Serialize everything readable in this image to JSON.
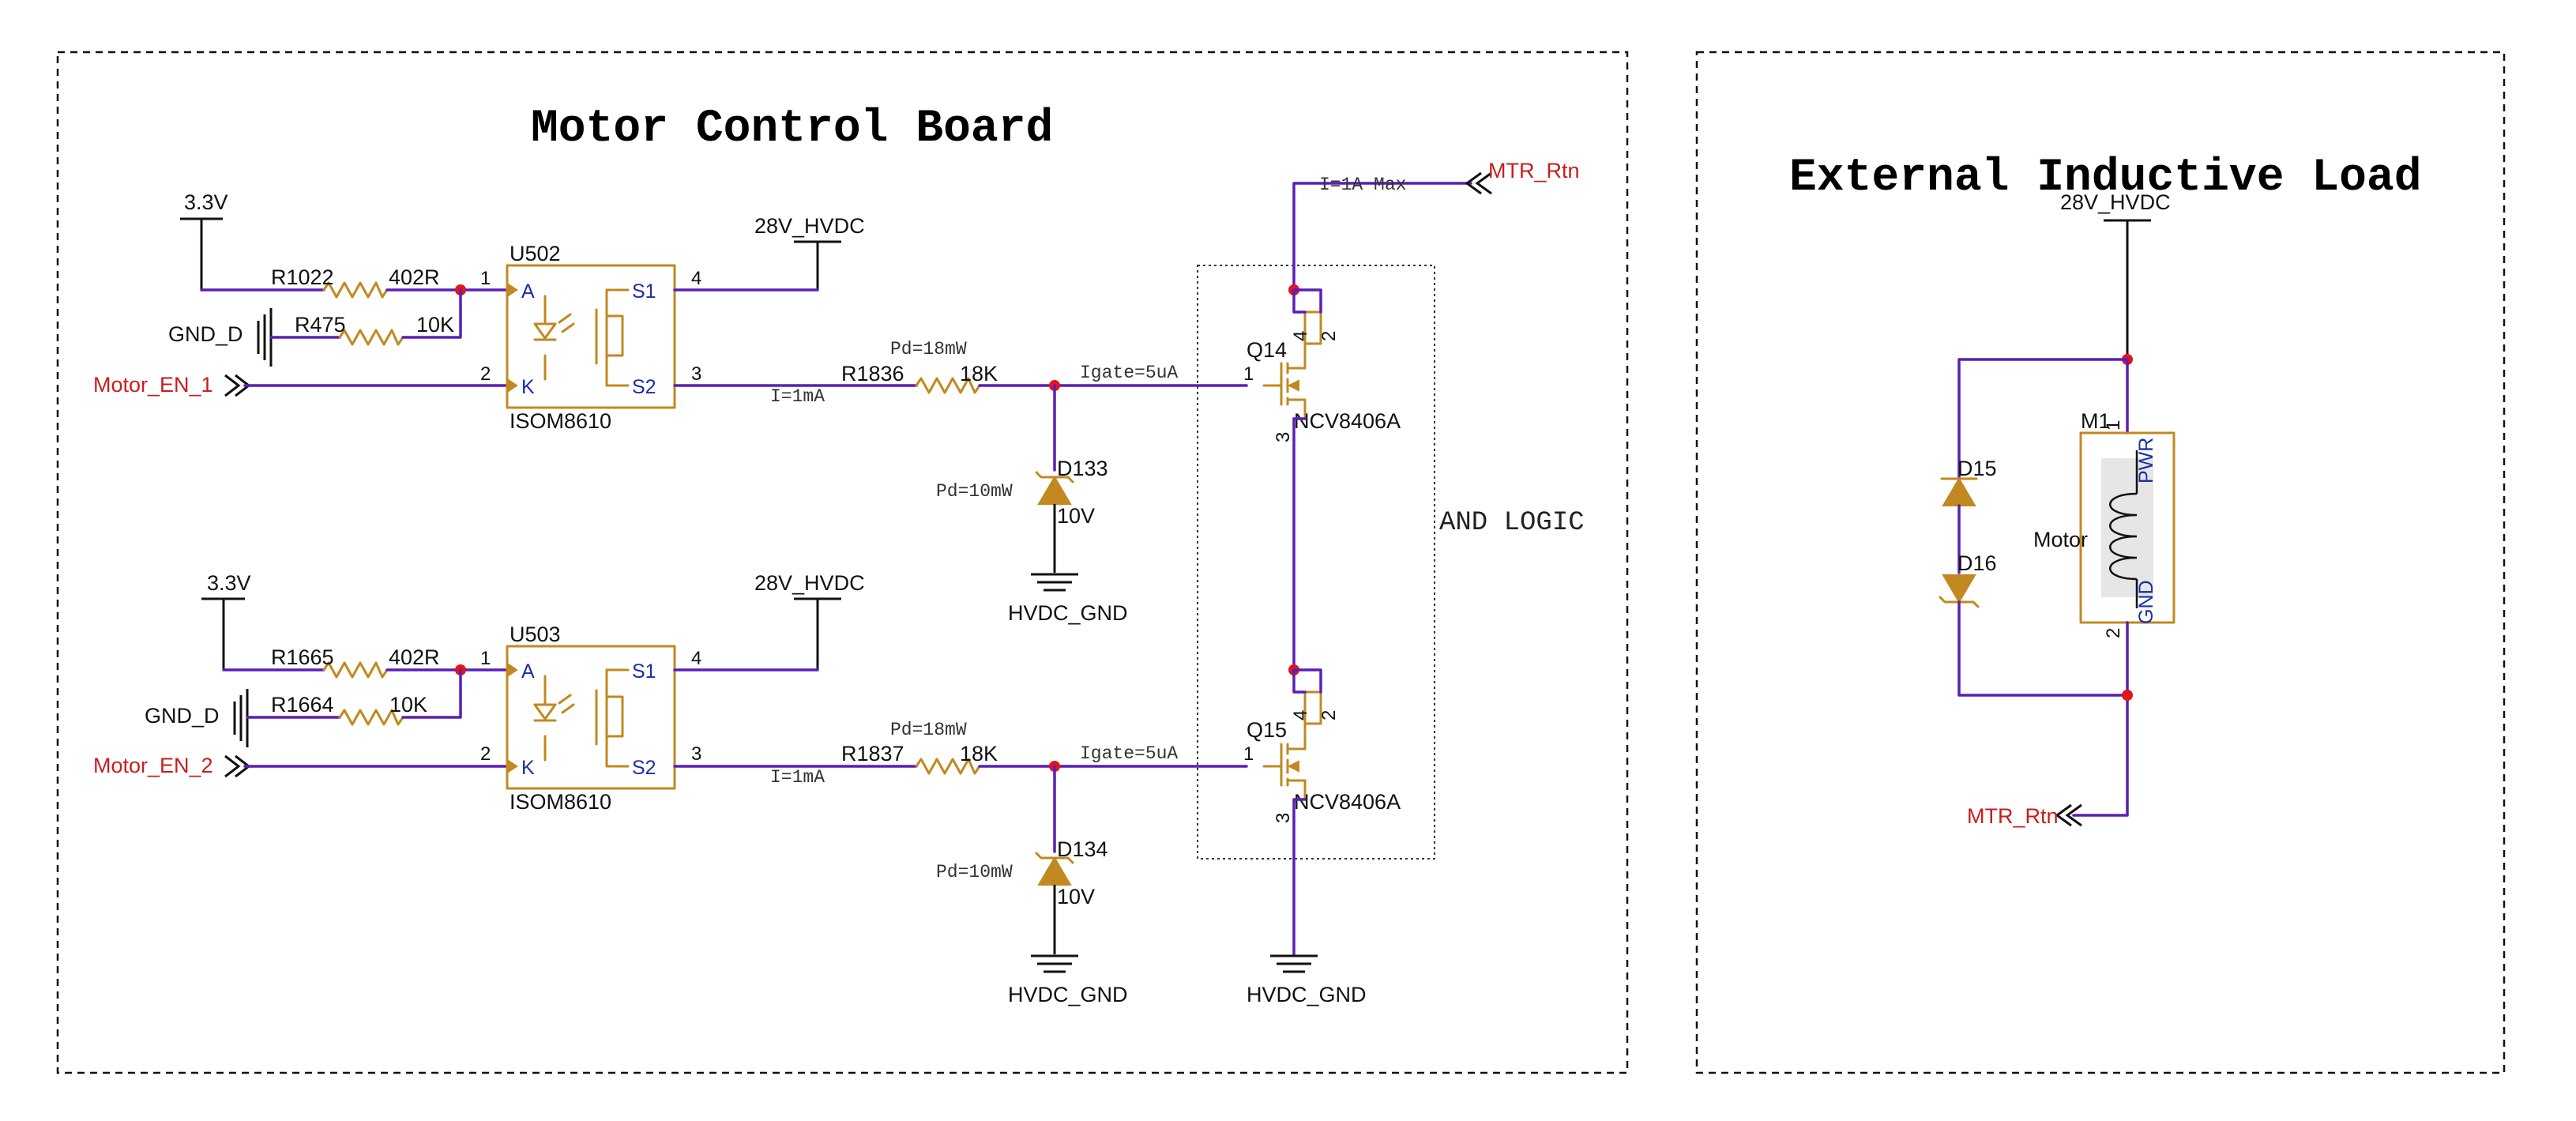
{
  "titles": {
    "board": "Motor Control Board",
    "load": "External Inductive Load"
  },
  "power": {
    "v33": "3.3V",
    "hvdc": "28V_HVDC",
    "gnd_d": "GND_D",
    "hvdc_gnd": "HVDC_GND"
  },
  "nets": {
    "en1": "Motor_EN_1",
    "en2": "Motor_EN_2",
    "rtn": "MTR_Rtn"
  },
  "ch1": {
    "r_pull": "R1022",
    "r_pull_val": "402R",
    "r_gnd": "R475",
    "r_gnd_val": "10K",
    "opto": "U502",
    "opto_part": "ISOM8610",
    "r_gate": "R1836",
    "r_gate_val": "18K",
    "diode": "D133",
    "diode_val": "10V",
    "fet": "Q14",
    "fet_part": "NCV8406A"
  },
  "ch2": {
    "r_pull": "R1665",
    "r_pull_val": "402R",
    "r_gnd": "R1664",
    "r_gnd_val": "10K",
    "opto": "U503",
    "opto_part": "ISOM8610",
    "r_gate": "R1837",
    "r_gate_val": "18K",
    "diode": "D134",
    "diode_val": "10V",
    "fet": "Q15",
    "fet_part": "NCV8406A"
  },
  "annotations": {
    "pd_r": "Pd=18mW",
    "i_led": "I=1mA",
    "igate": "Igate=5uA",
    "pd_d": "Pd=10mW",
    "imax": "I=1A Max",
    "and_logic": "AND LOGIC"
  },
  "pins": {
    "p1": "1",
    "p2": "2",
    "p3": "3",
    "p4": "4",
    "A": "A",
    "K": "K",
    "S1": "S1",
    "S2": "S2"
  },
  "load": {
    "d15": "D15",
    "d16": "D16",
    "motor_ref": "M1",
    "motor_label": "Motor",
    "pwr": "PWR",
    "gnd": "GND"
  }
}
